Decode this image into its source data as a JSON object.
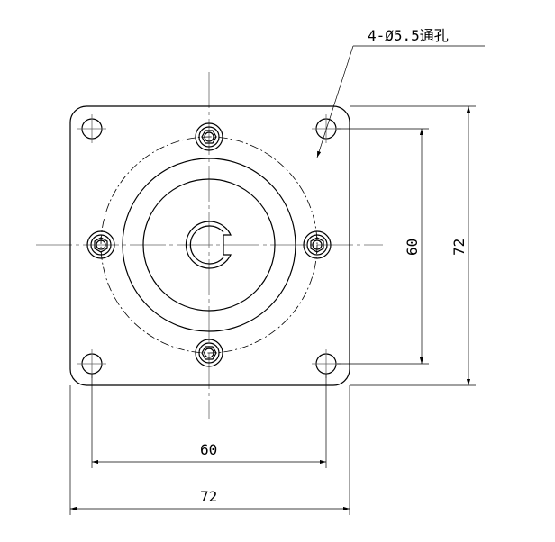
{
  "title": "Motor flange drawing",
  "callout": {
    "label": "4-Ø5.5通孔"
  },
  "dimensions": {
    "hole_pitch_vertical": "60",
    "plate_height": "72",
    "hole_pitch_horizontal": "60",
    "plate_width": "72"
  }
}
